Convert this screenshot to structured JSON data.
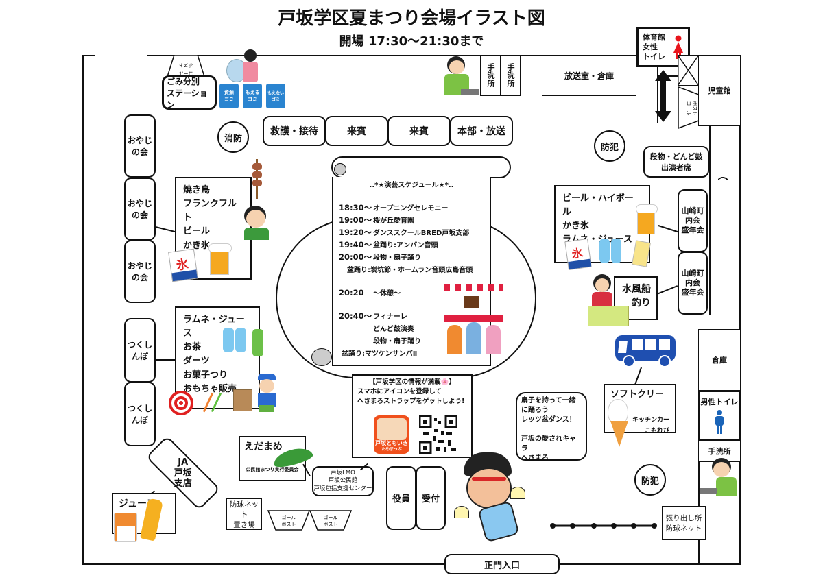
{
  "header": {
    "title": "戸坂学区夏まつり会場イラスト図",
    "hours": "開場  17:30〜21:30まで"
  },
  "top_area": {
    "goal_post_top_left": "ゴール\nポスト",
    "garbage_station": "ごみ分別\nステーション",
    "bins": [
      "資源\nゴミ",
      "もえる\nゴミ",
      "もえない\nゴミ"
    ],
    "handwash_1": "手洗所",
    "handwash_2": "手洗所",
    "broadcast_storage": "放送室・倉庫",
    "gym_womens_toilet": "体育館\n女性\nトイレ",
    "childrens_hall": "児童館",
    "goal_post_right": "ゴール\nポスト"
  },
  "tents_top": [
    "救護・接待",
    "来賓",
    "来賓",
    "本部・放送"
  ],
  "circles": {
    "fire_dept": "消防",
    "crime_prev_top": "防犯",
    "crime_prev_bottom": "防犯"
  },
  "left_column": {
    "oyaji": [
      "おやじ\nの会",
      "おやじ\nの会",
      "おやじ\nの会"
    ],
    "tsukushinbo": [
      "つくし\nんぼ",
      "つくし\nんぼ"
    ]
  },
  "booth_food_left": {
    "items": [
      "焼き鳥",
      "フランクフルト",
      "ビール",
      "かき氷"
    ]
  },
  "booth_drinks_left": {
    "items": [
      "ラムネ・ジュース",
      "お茶",
      "ダーツ",
      "お菓子つり",
      "おもちゃ販売"
    ]
  },
  "schedule": {
    "heading": "..*★演芸スケジュール★*..",
    "rows": [
      {
        "time": "18:30〜",
        "event": "オープニングセレモニー"
      },
      {
        "time": "19:00〜",
        "event": "桜が丘愛育園"
      },
      {
        "time": "19:20〜",
        "event": "ダンススクールBRED戸坂支部"
      },
      {
        "time": "19:40〜",
        "event": "盆踊り:アンパン音頭"
      },
      {
        "time": "20:00〜",
        "event": "段物・扇子踊り"
      },
      {
        "time": "",
        "event": "盆踊り:炭坑節・ホームラン音頭広島音頭"
      },
      {
        "time": "20:20",
        "event": "〜休憩〜"
      },
      {
        "time": "20:40〜",
        "event": "フィナーレ"
      },
      {
        "time": "",
        "event": "どんど鼓演奏"
      },
      {
        "time": "",
        "event": "段物・扇子踊り"
      },
      {
        "time": "",
        "event": "盆踊り:マツケンサンバⅡ"
      }
    ]
  },
  "info_box": {
    "line1": "【戸坂学区の情報が満載🌸】",
    "line2": "スマホにアイコンを登録して",
    "line3": "へさまろストラップをゲットしよう!",
    "app_name": "戸坂ともいき",
    "app_sub": "ためまっぷ"
  },
  "right_area": {
    "performers_seat": "段物・どんど鼓\n出演者席",
    "booth_beer": [
      "ビール・ハイボール",
      "かき氷",
      "ラムネ・ジュース"
    ],
    "yamasaki": [
      "山崎町\n内会\n盛年会",
      "山崎町\n内会\n盛年会"
    ],
    "water_balloon": "水風船\n釣り",
    "storage": "倉庫",
    "mens_toilet": "男性トイレ",
    "handwash_right": "手洗所",
    "soft_cream": "ソフトクリーム",
    "kitchen_car": "キッチンカー\nこもれび",
    "speech_bubble": "扇子を持って一緒\nに踊ろう\nレッツ盆ダンス！\n\n戸坂の愛されキャラ\nへさまろ",
    "net_station": "張り出し所\n防球ネット"
  },
  "bottom_area": {
    "edamame": "えだまめ",
    "edamame_org": "公民館まつり実行委員会",
    "lmo": "戸坂LMO\n戸坂公民館\n戸坂包括支援センター",
    "ja": "JA\n戸坂\n支店",
    "juice": "ジュース",
    "net_storage": "防球ネット\n置き場",
    "goal_post_1": "ゴール\nポスト",
    "goal_post_2": "ゴール\nポスト",
    "officers": "役員",
    "reception": "受付",
    "main_gate": "正門入口"
  },
  "colors": {
    "womens_icon": "#e8141c",
    "mens_icon": "#1a64b8",
    "bus": "#1f4fb0",
    "bin": "#2a84d0"
  }
}
